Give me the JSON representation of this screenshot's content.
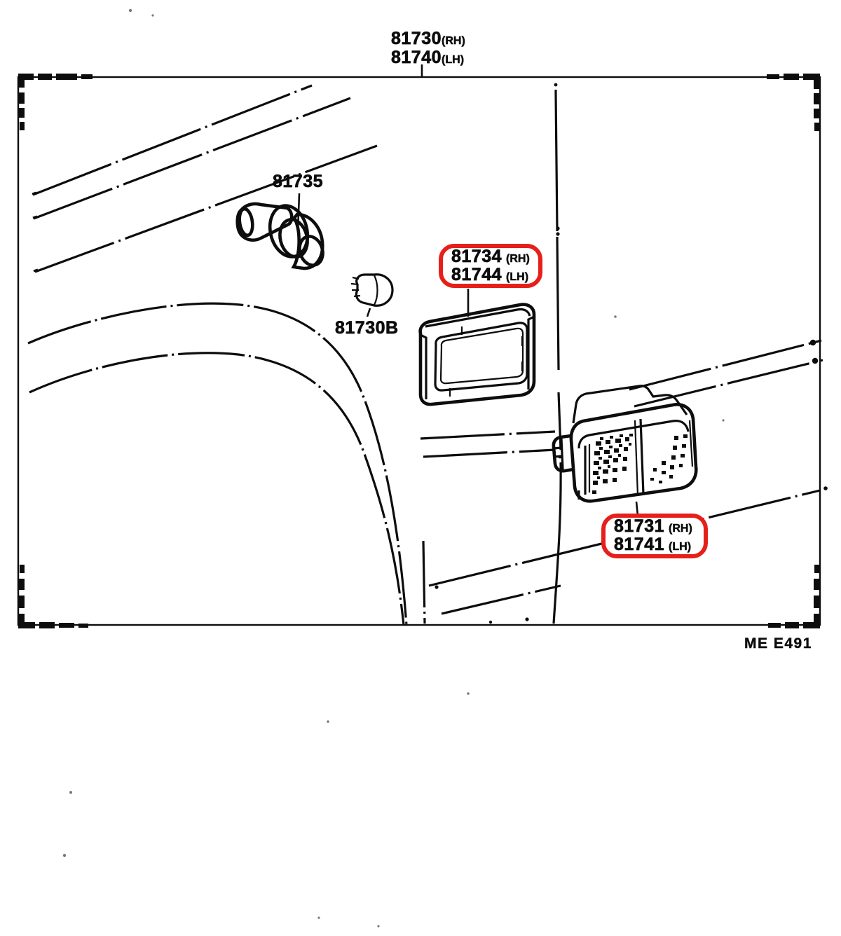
{
  "diagram": {
    "title_callout": {
      "lines": [
        {
          "number": "81730",
          "side": "(RH)"
        },
        {
          "number": "81740",
          "side": "(LH)"
        }
      ]
    },
    "drawing_code": "ME  E491",
    "labels": [
      {
        "id": "socket",
        "text": "81735",
        "name": "socket-label"
      },
      {
        "id": "bulb",
        "text": "81730B",
        "name": "bulb-label"
      }
    ],
    "highlighted_callouts": [
      {
        "id": "retainer",
        "name": "lamp-retainer-callout",
        "color": "#e5201b",
        "lines": [
          {
            "number": "81734",
            "side": "(RH)"
          },
          {
            "number": "81744",
            "side": "(LH)"
          }
        ]
      },
      {
        "id": "lamp-assembly",
        "name": "side-marker-lamp-callout",
        "color": "#e5201b",
        "lines": [
          {
            "number": "81731",
            "side": "(RH)"
          },
          {
            "number": "81741",
            "side": "(LH)"
          }
        ]
      }
    ],
    "parts": [
      {
        "name": "bulb-socket",
        "ref": "81735"
      },
      {
        "name": "wedge-bulb",
        "ref": "81730B"
      },
      {
        "name": "lamp-retainer-bezel",
        "ref": "81734 / 81744"
      },
      {
        "name": "side-marker-lamp-assembly",
        "ref": "81731 / 81741"
      }
    ],
    "colors": {
      "ink": "#0d0d0d",
      "highlight": "#e5201b",
      "paper": "#ffffff"
    }
  }
}
